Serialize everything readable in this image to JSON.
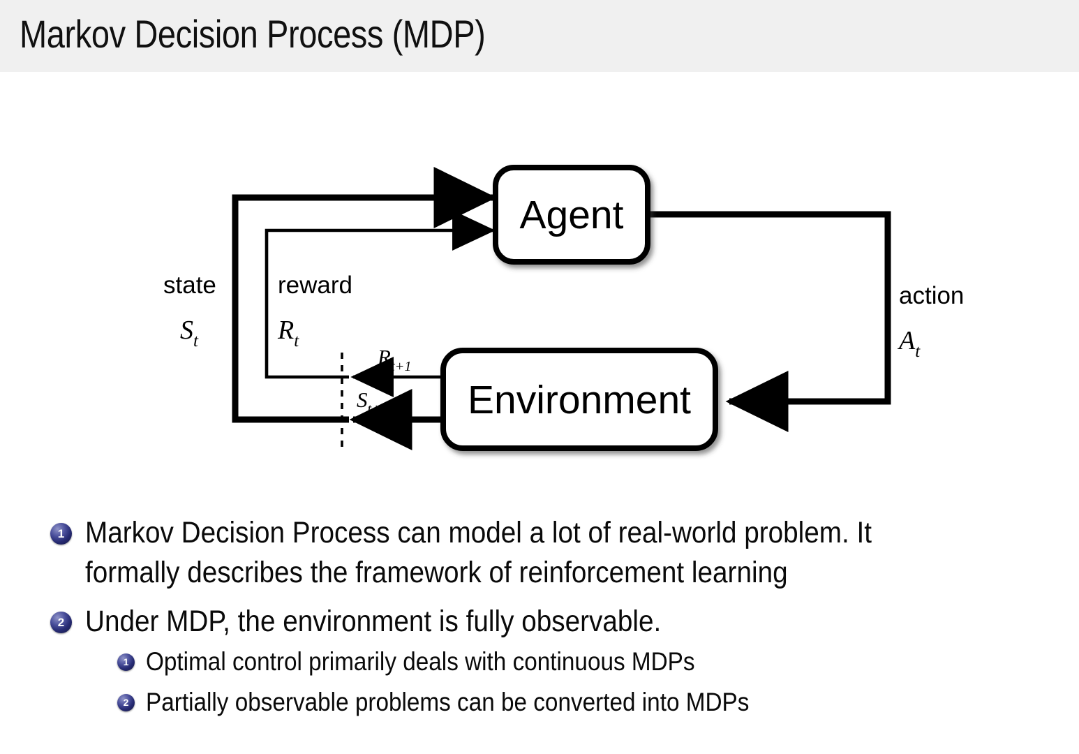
{
  "slide": {
    "title": "Markov Decision Process (MDP)",
    "header_bg": "#f0f0f0",
    "page_bg": "#ffffff",
    "text_color": "#0a0a0a",
    "bullet_marker_color": "#262a72"
  },
  "diagram": {
    "name": "agent-environment-interaction-loop",
    "nodes": [
      {
        "id": "agent",
        "label": "Agent"
      },
      {
        "id": "environment",
        "label": "Environment"
      }
    ],
    "edges": [
      {
        "id": "state-loop",
        "from": "environment",
        "to": "agent",
        "label": "state",
        "symbol_base": "S",
        "symbol_sub": "t",
        "weight": "thick"
      },
      {
        "id": "reward-loop",
        "from": "environment",
        "to": "agent",
        "label": "reward",
        "symbol_base": "R",
        "symbol_sub": "t",
        "weight": "thin"
      },
      {
        "id": "action-loop",
        "from": "agent",
        "to": "environment",
        "label": "action",
        "symbol_base": "A",
        "symbol_sub": "t",
        "weight": "thick"
      }
    ],
    "emissions": [
      {
        "id": "reward-next",
        "symbol_base": "R",
        "symbol_sub": "t+1",
        "weight": "thin"
      },
      {
        "id": "state-next",
        "symbol_base": "S",
        "symbol_sub": "t+1",
        "weight": "thick"
      }
    ],
    "time_boundary": {
      "id": "timestep-divider",
      "style": "dashed"
    }
  },
  "bullets": [
    {
      "number": "1",
      "lines": [
        "Markov Decision Process can model a lot of real-world problem. It",
        "formally describes the framework of reinforcement learning"
      ],
      "children": []
    },
    {
      "number": "2",
      "lines": [
        "Under MDP, the environment is fully observable."
      ],
      "children": [
        {
          "number": "1",
          "text": "Optimal control primarily deals with continuous MDPs"
        },
        {
          "number": "2",
          "text": "Partially observable problems can be converted into MDPs"
        }
      ]
    }
  ]
}
